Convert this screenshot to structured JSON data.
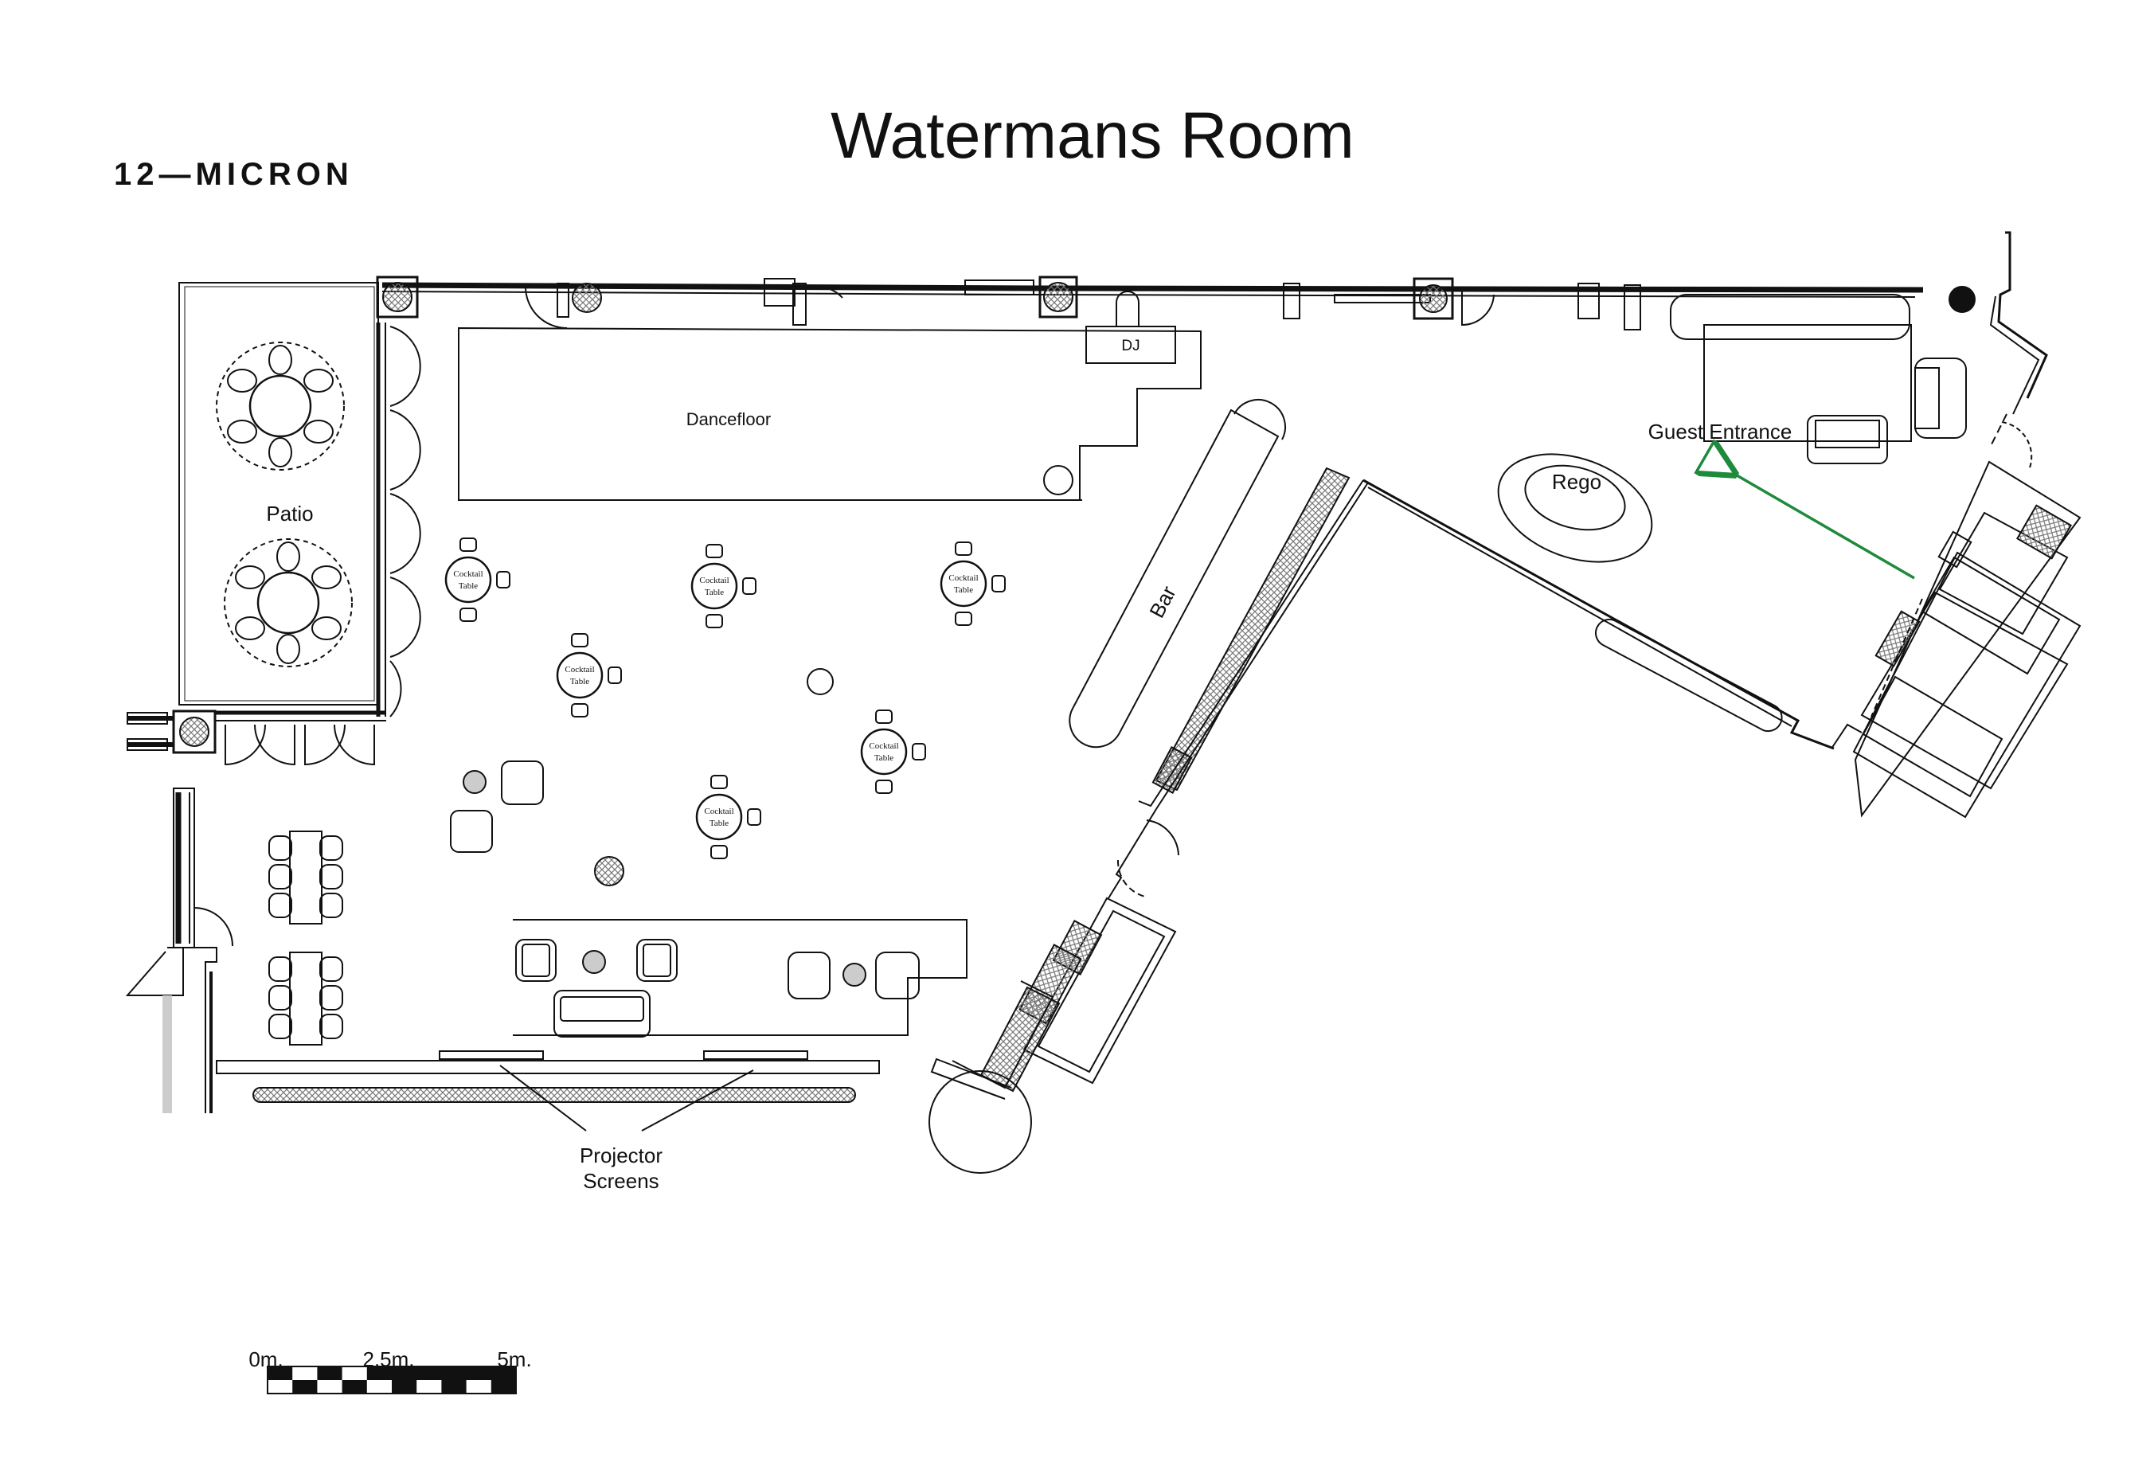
{
  "title": "Watermans Room",
  "logo": "12—MICRON",
  "areas": {
    "patio": "Patio",
    "dancefloor": "Dancefloor",
    "dj": "DJ",
    "bar": "Bar",
    "rego": "Rego",
    "guest_entrance": "Guest Entrance",
    "projector_line1": "Projector",
    "projector_line2": "Screens"
  },
  "cocktail_tables": [
    {
      "line1": "Cocktail",
      "line2": "Table"
    },
    {
      "line1": "Cocktail",
      "line2": "Table"
    },
    {
      "line1": "Cocktail",
      "line2": "Table"
    },
    {
      "line1": "Cocktail",
      "line2": "Table"
    },
    {
      "line1": "Cocktail",
      "line2": "Table"
    },
    {
      "line1": "Cocktail",
      "line2": "Table"
    }
  ],
  "scale_bar": {
    "labels": [
      "0m.",
      "2.5m.",
      "5m."
    ]
  },
  "colors": {
    "line": "#111111",
    "entrance_arrow": "#1e8a3c",
    "hatch": "#888888"
  }
}
